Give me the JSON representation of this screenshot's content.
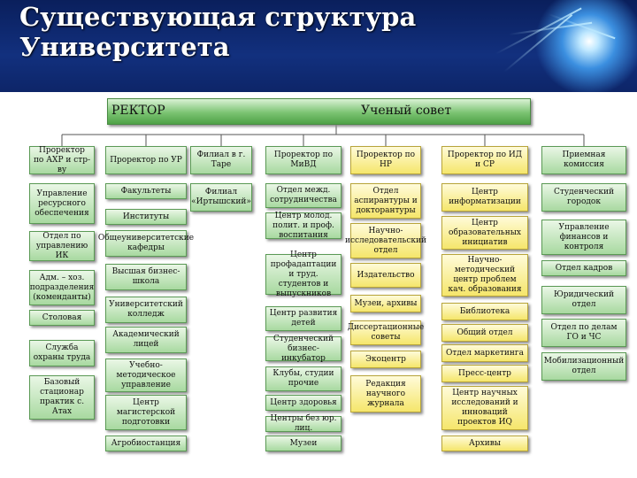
{
  "title": {
    "line1": "Существующая структура",
    "line2": "Университета"
  },
  "top": {
    "rector": "РЕКТОР",
    "council": "Ученый совет"
  },
  "columns": [
    {
      "id": "c1",
      "header": "Проректор по АХР и стр-ву",
      "items": [
        "Управление ресурсного обеспечения",
        "Отдел по управлению ИК",
        "Адм. – хоз. подразделения (коменданты)",
        "Столовая",
        "Служба охраны труда",
        "Базовый стационар практик с. Атах"
      ]
    },
    {
      "id": "c2",
      "header": "Проректор по УР",
      "items": [
        "Факультеты",
        "Институты",
        "Общеуниверситетские кафедры",
        "Высшая бизнес-школа",
        "Университетский колледж",
        "Академический лицей",
        "Учебно-методическое управление",
        "Центр магистерской подготовки",
        "Агробиостанция"
      ]
    },
    {
      "id": "c3",
      "header": "Филиал в г. Таре",
      "items": [
        "Филиал «Иртышский»"
      ]
    },
    {
      "id": "c4",
      "header": "Проректор по МиВД",
      "items": [
        "Отдел межд. сотрудничества",
        "Центр молод. полит. и проф. воспитания",
        "Центр профадаптации и труд. студентов и выпускников",
        "Центр развития детей",
        "Студенческий бизнес-инкубатор",
        "Клубы, студии прочие",
        "Центр здоровья",
        "Центры без юр. лиц.",
        "Музеи"
      ]
    },
    {
      "id": "c5",
      "header": "Проректор по НР",
      "items": [
        "Отдел аспирантуры и докторантуры",
        "Научно-исследовательский отдел",
        "Издательство",
        "Музеи, архивы",
        "Диссертационные советы",
        "Экоцентр",
        "Редакция научного журнала"
      ]
    },
    {
      "id": "c6",
      "header": "Проректор по ИД и СР",
      "items": [
        "Центр информатизации",
        "Центр образовательных инициатив",
        "Научно-методический центр проблем кач. образования",
        "Библиотека",
        "Общий отдел",
        "Отдел маркетинга",
        "Пресс-центр",
        "Центр научных исследований и инноваций проектов ИQ",
        "Архивы"
      ]
    },
    {
      "id": "c7",
      "header": "Приемная комиссия",
      "items": [
        "Студенческий городок",
        "Управление финансов и контроля",
        "Отдел кадров",
        "Юридический отдел",
        "Отдел по делам ГО и ЧС",
        "Мобилизационный отдел"
      ]
    }
  ]
}
